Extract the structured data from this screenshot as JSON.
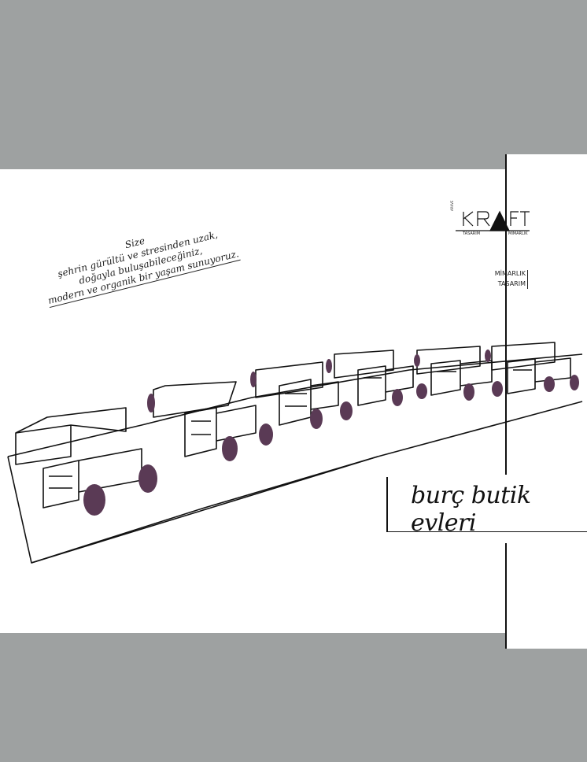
{
  "brand": {
    "logo_text": "KRAFT",
    "logo_sub_left": "TASARIM",
    "logo_sub_right": "MİMARLIK",
    "logo_vertical": "ARKVE"
  },
  "services": [
    "MİMARLIK",
    "TASARIM"
  ],
  "tagline": [
    "Size",
    "şehrin gürültü ve stresinden uzak,",
    "doğayla buluşabileceğiniz,",
    "modern ve organik bir yaşam sunuyoruz."
  ],
  "project_title": "burç butik evleri",
  "colors": {
    "background": "#9ea1a1",
    "page": "#ffffff",
    "ink": "#111111",
    "tree": "#5a3a55"
  }
}
